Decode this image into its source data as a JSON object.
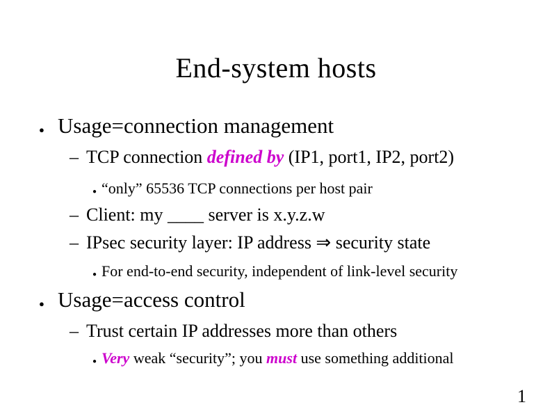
{
  "slide": {
    "title": "End-system hosts",
    "page_number": "1",
    "background": "#FFFFFF",
    "text_color": "#000000",
    "accent_color": "#CC00CC"
  },
  "bullets": {
    "level1": "●",
    "level2": "–",
    "level3": "●"
  },
  "content": {
    "usage_connection": "Usage=connection management",
    "tcp_pre": "TCP connection ",
    "tcp_emphasis": "defined by",
    "tcp_post": " (IP1, port1, IP2, port2)",
    "only_note": "“only” 65536 TCP connections per host pair",
    "client_line": "Client: my ____ server is x.y.z.w",
    "ipsec_line": "IPsec security layer: IP address ⇒ security state",
    "e2e_note": "For end-to-end security, independent of link-level security",
    "usage_access": "Usage=access control",
    "trust_line": "Trust certain IP addresses more than others",
    "very_emphasis": "Very",
    "weak_mid": " weak “security”; you ",
    "must_emphasis": "must",
    "weak_post": " use something additional"
  }
}
